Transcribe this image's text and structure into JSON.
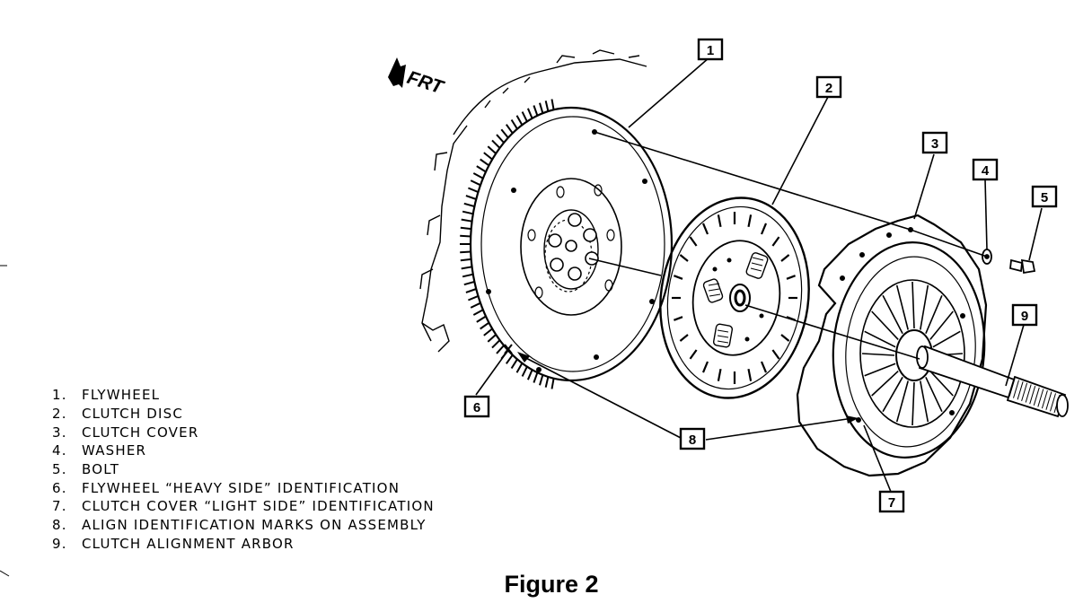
{
  "direction_label": "FRT",
  "legend": [
    {
      "num": "1.",
      "text": "FLYWHEEL"
    },
    {
      "num": "2.",
      "text": "CLUTCH DISC"
    },
    {
      "num": "3.",
      "text": "CLUTCH COVER"
    },
    {
      "num": "4.",
      "text": "WASHER"
    },
    {
      "num": "5.",
      "text": "BOLT"
    },
    {
      "num": "6.",
      "text": "FLYWHEEL “HEAVY SIDE” IDENTIFICATION"
    },
    {
      "num": "7.",
      "text": "CLUTCH COVER “LIGHT SIDE” IDENTIFICATION"
    },
    {
      "num": "8.",
      "text": "ALIGN IDENTIFICATION MARKS ON ASSEMBLY"
    },
    {
      "num": "9.",
      "text": "CLUTCH ALIGNMENT ARBOR"
    }
  ],
  "callouts": [
    "1",
    "2",
    "3",
    "4",
    "5",
    "6",
    "7",
    "8",
    "9"
  ],
  "caption": "Figure 2"
}
